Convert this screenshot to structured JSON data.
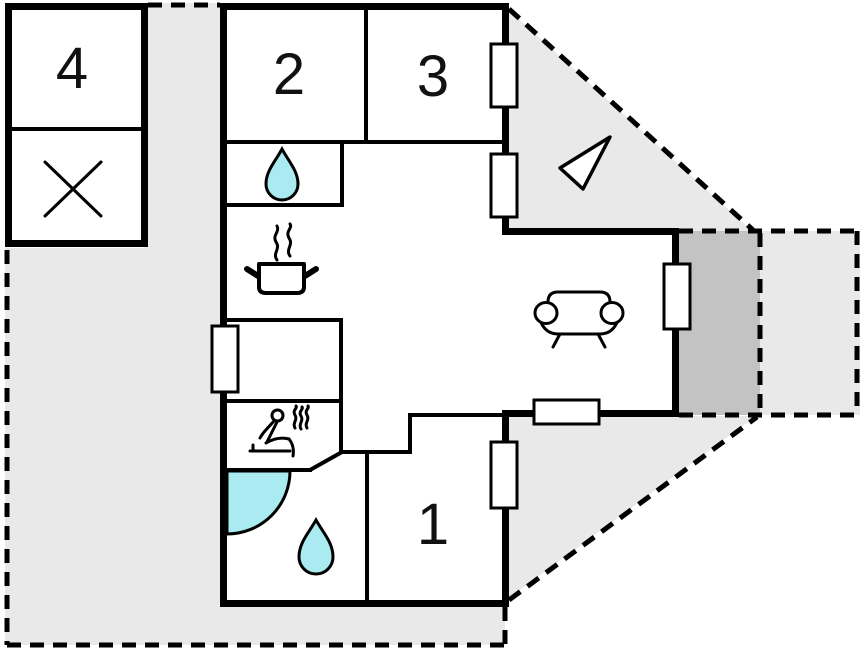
{
  "page": {
    "title": "Holiday home floor plan",
    "background": "#ffffff"
  },
  "colors": {
    "wall": "#000000",
    "terrace": "#e9e9e9",
    "patio_dark": "#c3c3c3",
    "water": "#a9ebf0",
    "steam": "#8f8f8f",
    "label": "#111111"
  },
  "rooms": [
    {
      "id": "room-1",
      "label": "1"
    },
    {
      "id": "room-2",
      "label": "2"
    },
    {
      "id": "room-3",
      "label": "3"
    },
    {
      "id": "room-4",
      "label": "4"
    }
  ],
  "icons": {
    "wc_drop": "water-drop",
    "bath_drop": "water-drop",
    "shower": "shower-quarter-circle",
    "kitchen": "steaming-pot",
    "sauna": "sauna-person-with-steam",
    "living": "sofa",
    "compass": "direction-arrow",
    "annex": "x-mark"
  }
}
